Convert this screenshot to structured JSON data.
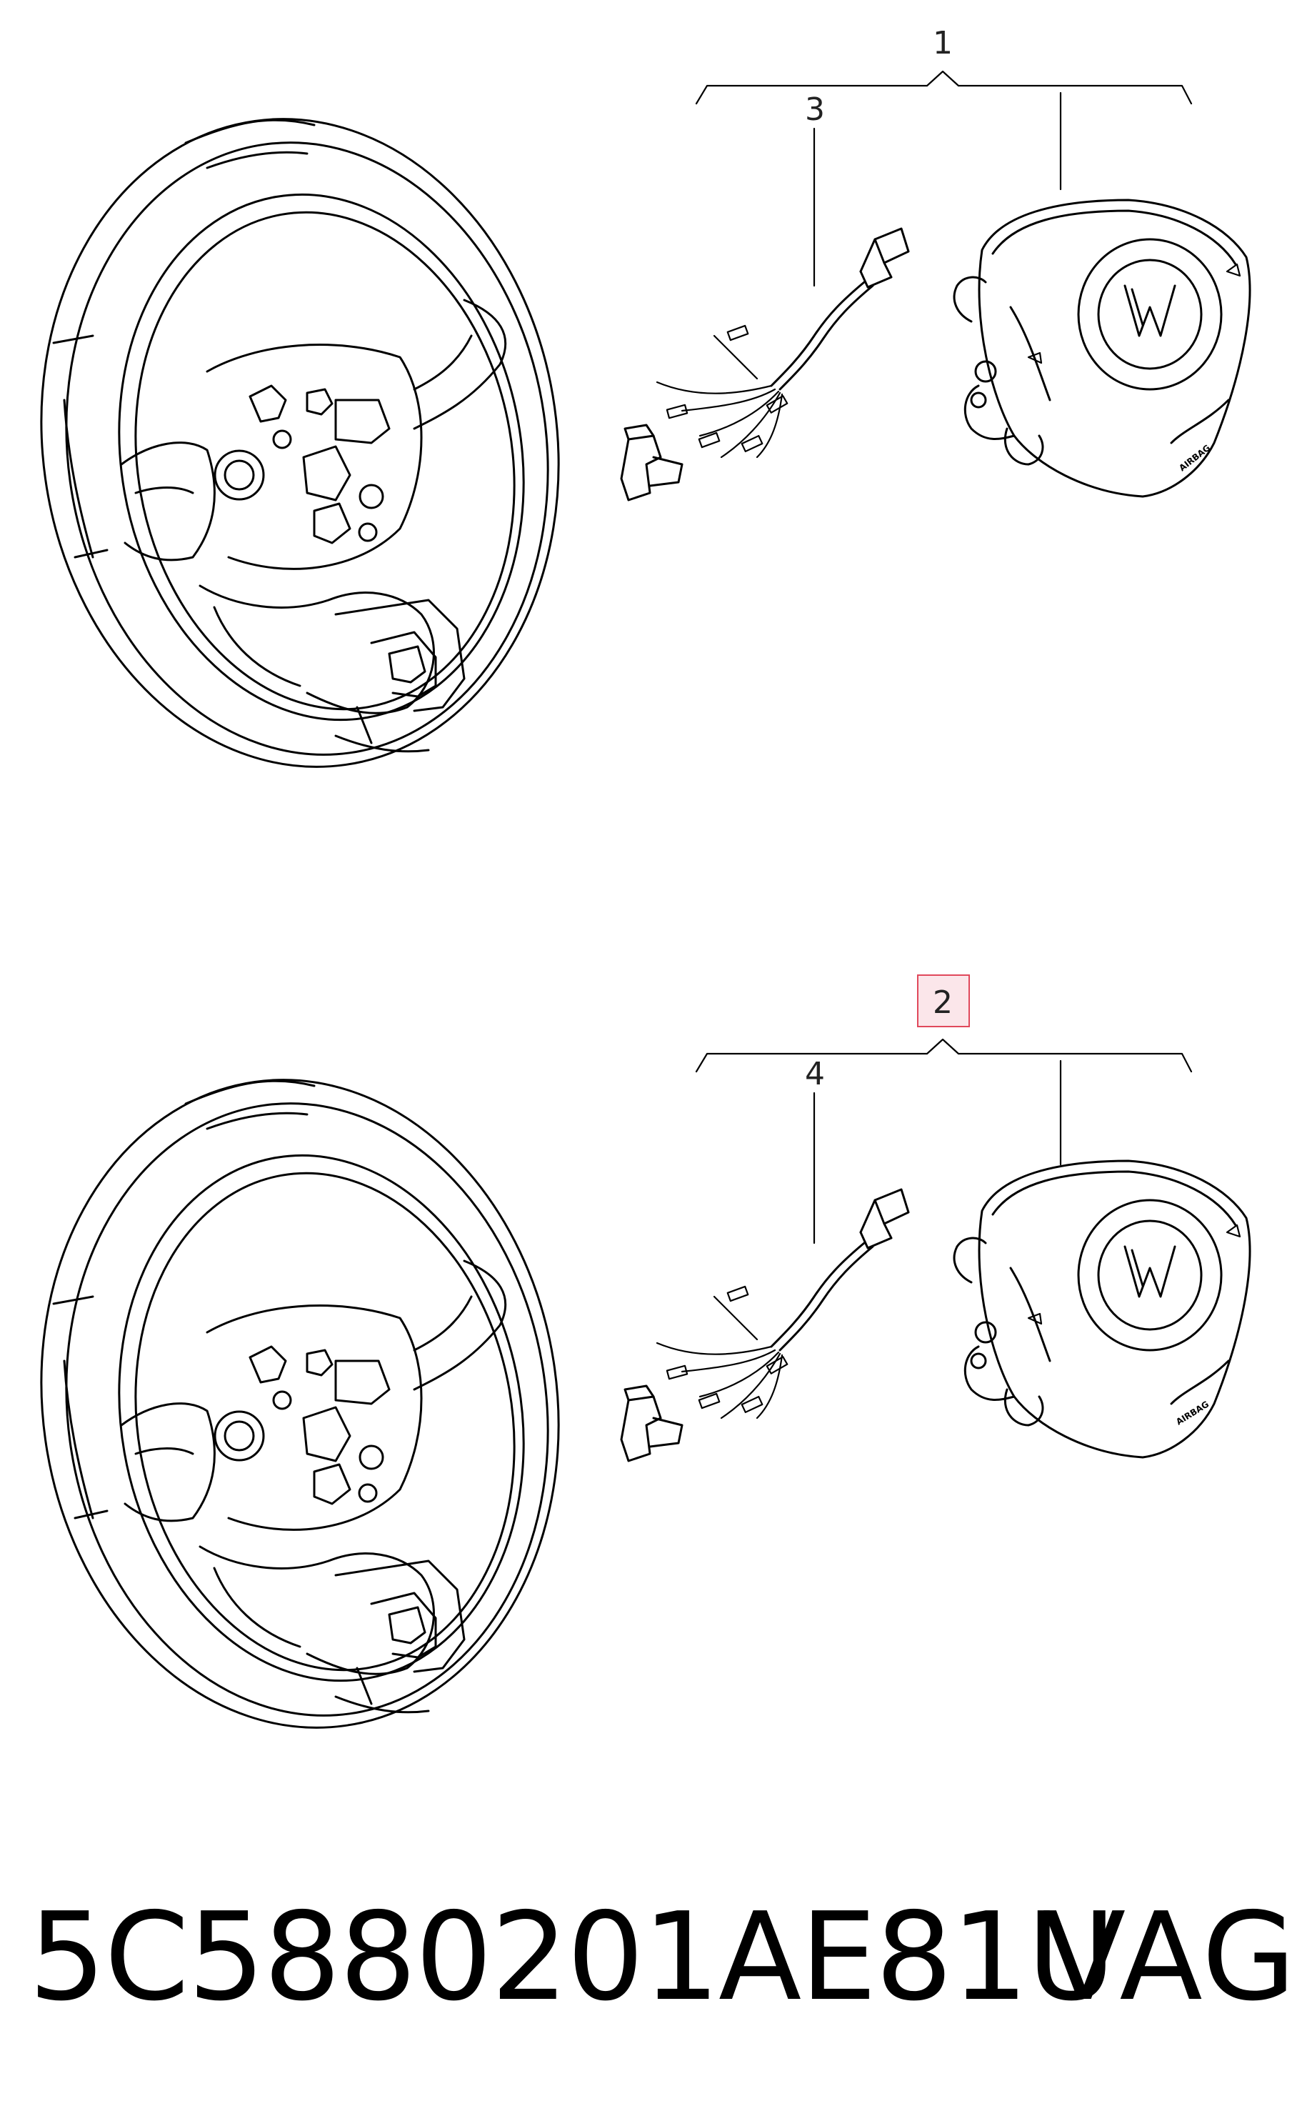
{
  "callouts": [
    {
      "id": "1",
      "label": "1",
      "highlighted": false
    },
    {
      "id": "2",
      "label": "2",
      "highlighted": true
    },
    {
      "id": "3",
      "label": "3",
      "highlighted": false
    },
    {
      "id": "4",
      "label": "4",
      "highlighted": false
    }
  ],
  "airbag_label": "AIRBAG",
  "footer": {
    "part_number": "5C5880201AE81U",
    "brand": "VAG"
  },
  "colors": {
    "line": "#000000",
    "highlight_border": "#e0485b",
    "highlight_fill": "#fbe6ea",
    "background": "#ffffff"
  }
}
